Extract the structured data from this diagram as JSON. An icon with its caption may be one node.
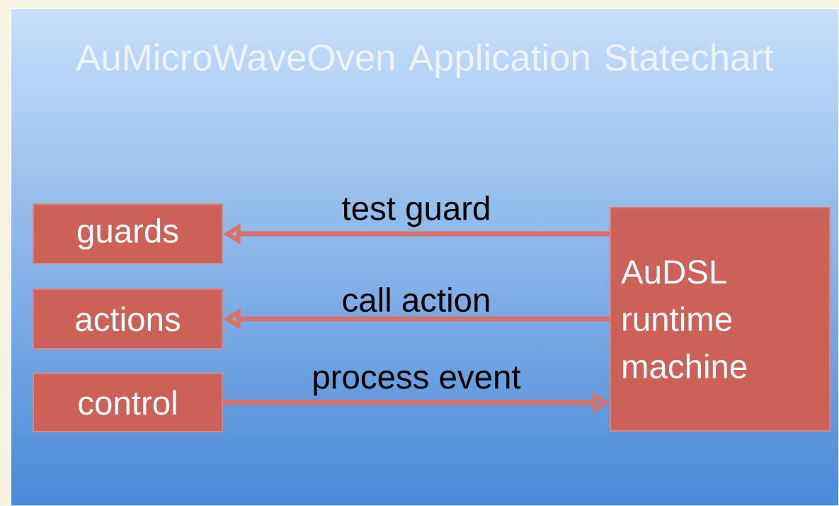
{
  "diagram": {
    "nodes": [
      {
        "text": [
          "AuMicroWaveOven Application Statechart"
        ]
      },
      {
        "text": [
          "guards"
        ],
        "in": 0
      },
      {
        "text": [
          "actions"
        ],
        "in": 0
      },
      {
        "text": [
          "control"
        ],
        "in": 0
      },
      {
        "text": [
          "AuDSL runtime machine"
        ],
        "in": 0
      }
    ],
    "edges": [
      {
        "from": 4,
        "to": 1,
        "arrow": "to",
        "label": "test guard"
      },
      {
        "from": 4,
        "to": 2,
        "arrow": "to",
        "label": "call action"
      },
      {
        "from": 3,
        "to": 4,
        "arrow": "to",
        "label": "process event"
      }
    ]
  }
}
